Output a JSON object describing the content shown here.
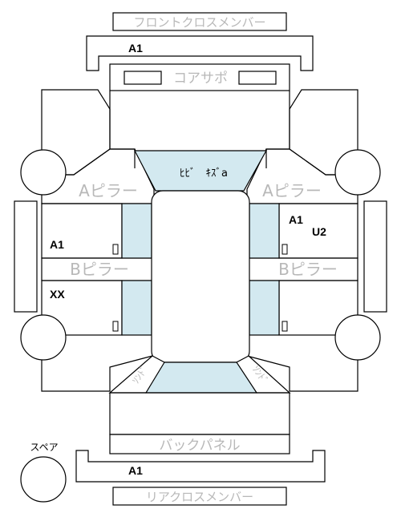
{
  "colors": {
    "outline": "#000000",
    "glass": "#d3e9f0",
    "label_gray": "#b8b8b8",
    "text": "#000000"
  },
  "labels": {
    "front_cross_member": "フロントクロスメンバー",
    "core_support": "コアサポ",
    "a_pillar_left": "Aピラー",
    "a_pillar_right": "Aピラー",
    "b_pillar_left": "Bピラー",
    "b_pillar_right": "Bピラー",
    "back_panel": "バックパネル",
    "rear_cross_member": "リアクロスメンバー",
    "spare": "スペア",
    "windshield_note": "ﾋﾋﾞ　ｷｽﾞa",
    "rear_left_corner": "ｿﾝﾄﾞ",
    "rear_right_corner": "ｿﾝﾄﾞ"
  },
  "damage_codes": {
    "front_cross_member": "A1",
    "rear_left_door": "A1",
    "rear_left_lower": "XX",
    "right_front_door_1": "A1",
    "right_front_door_2": "U2",
    "rear_cross_member": "A1"
  }
}
